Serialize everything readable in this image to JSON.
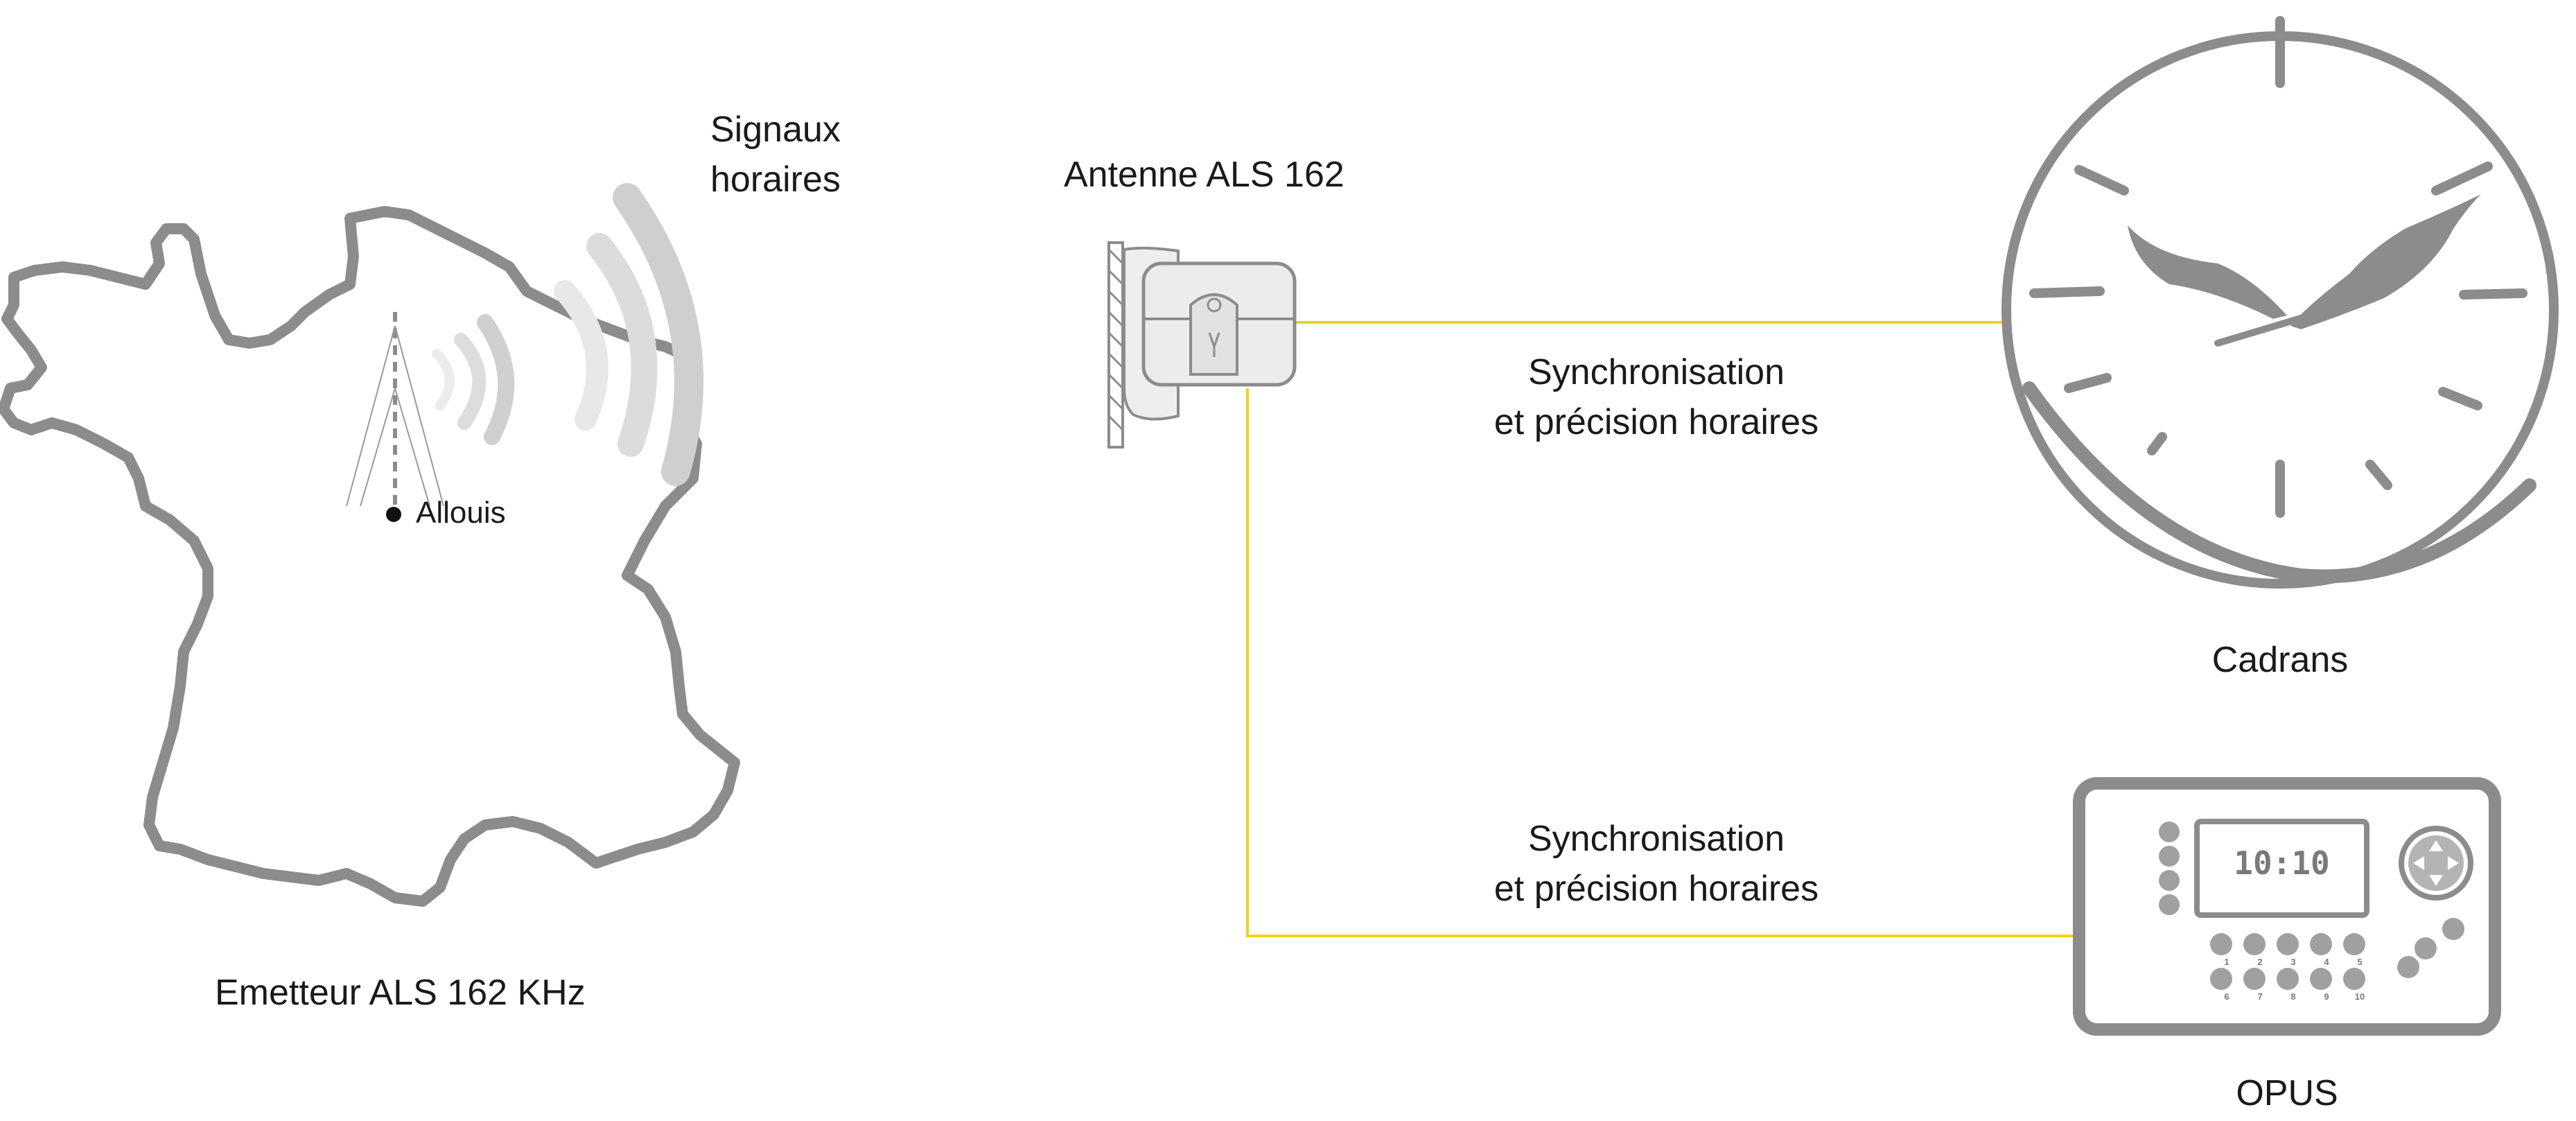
{
  "diagram": {
    "signals_label_line1": "Signaux",
    "signals_label_line2": "horaires",
    "transmitter_site": "Allouis",
    "transmitter_label": "Emetteur ALS 162 KHz",
    "antenna_label": "Antenne ALS 162",
    "sync_top_line1": "Synchronisation",
    "sync_top_line2": "et précision horaires",
    "sync_bottom_line1": "Synchronisation",
    "sync_bottom_line2": "et précision horaires",
    "clock_label": "Cadrans",
    "opus_label": "OPUS",
    "opus_display_time": "10:10",
    "opus_keys_row1": [
      "1",
      "2",
      "3",
      "4",
      "5"
    ],
    "opus_keys_row2": [
      "6",
      "7",
      "8",
      "9",
      "10"
    ],
    "colors": {
      "drawing_gray": "#8c8c8c",
      "light_gray": "#cfcfcf",
      "link_yellow": "#f2d21b",
      "text": "#1a1a1a"
    }
  }
}
